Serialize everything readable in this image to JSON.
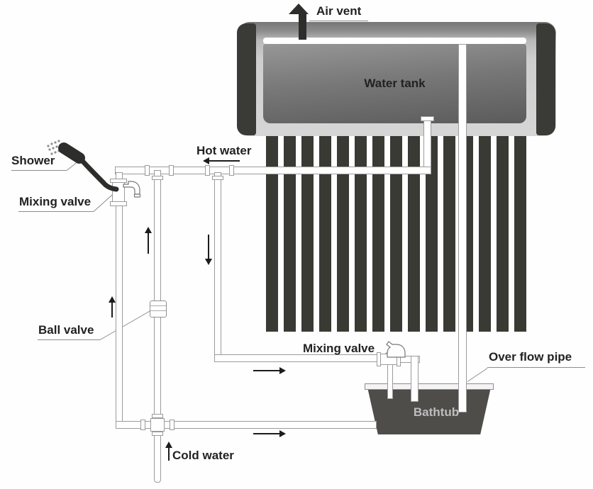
{
  "diagram": {
    "labels": {
      "air_vent": "Air vent",
      "water_tank": "Water tank",
      "shower": "Shower",
      "mixing_valve_left": "Mixing valve",
      "hot_water": "Hot water",
      "ball_valve": "Ball valve",
      "mixing_valve_right": "Mixing valve",
      "overflow_pipe": "Over flow pipe",
      "bathtub": "Bathtub",
      "cold_water": "Cold water"
    },
    "collector": {
      "tube_count": 15
    },
    "flow_arrows": [
      {
        "direction": "up",
        "on": "riser-to-shower-mixing-valve"
      },
      {
        "direction": "up",
        "on": "riser-through-ball-valve"
      },
      {
        "direction": "down",
        "on": "hot-water-drop-pipe"
      },
      {
        "direction": "left",
        "on": "hot-water-line-from-tank"
      },
      {
        "direction": "right",
        "on": "hot-water-line-to-bathtub-valve"
      },
      {
        "direction": "right",
        "on": "cold-water-line-to-bathtub"
      },
      {
        "direction": "up",
        "on": "cold-water-inlet"
      },
      {
        "direction": "up",
        "on": "air-vent"
      }
    ],
    "colors": {
      "tube": "#3a3a35",
      "tank_cap": "#3a3a37",
      "tub_body": "#4f4d4a",
      "pipe_outline": "#9b9b9b",
      "label_text": "#222222",
      "bathtub_text": "#bdbdbd",
      "arrow": "#1c1c1c",
      "fixture_dark": "#2d2d2b"
    }
  }
}
